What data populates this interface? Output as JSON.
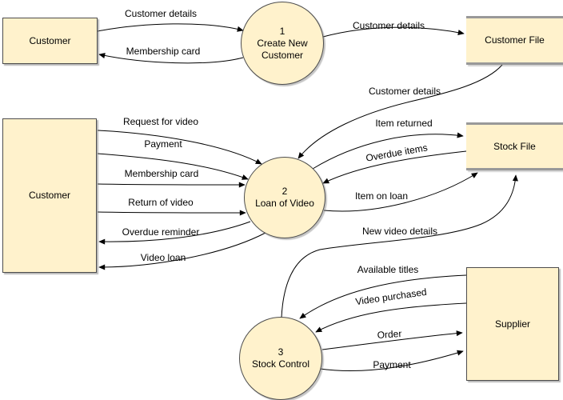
{
  "diagram_type": "data flow diagram",
  "colors": {
    "node_fill": "#fff2cc",
    "node_border": "#4d4d4d",
    "store_border": "#999999",
    "arrow": "#000000",
    "text": "#000000",
    "background": "#ffffff"
  },
  "nodes": {
    "customer_top": {
      "type": "external entity",
      "label": "Customer"
    },
    "process_1": {
      "type": "process",
      "number": "1",
      "label": "Create New Customer"
    },
    "customer_file": {
      "type": "data store",
      "label": "Customer File"
    },
    "customer_left": {
      "type": "external entity",
      "label": "Customer"
    },
    "process_2": {
      "type": "process",
      "number": "2",
      "label": "Loan of Video"
    },
    "stock_file": {
      "type": "data store",
      "label": "Stock File"
    },
    "process_3": {
      "type": "process",
      "number": "3",
      "label": "Stock Control"
    },
    "supplier": {
      "type": "external entity",
      "label": "Supplier"
    }
  },
  "flows": [
    {
      "from": "customer_top",
      "to": "process_1",
      "label": "Customer details"
    },
    {
      "from": "process_1",
      "to": "customer_top",
      "label": "Membership card"
    },
    {
      "from": "process_1",
      "to": "customer_file",
      "label": "Customer details"
    },
    {
      "from": "customer_file",
      "to": "process_2",
      "label": "Customer details"
    },
    {
      "from": "customer_left",
      "to": "process_2",
      "label": "Request for video"
    },
    {
      "from": "customer_left",
      "to": "process_2",
      "label": "Payment"
    },
    {
      "from": "customer_left",
      "to": "process_2",
      "label": "Membership card"
    },
    {
      "from": "customer_left",
      "to": "process_2",
      "label": "Return of video"
    },
    {
      "from": "process_2",
      "to": "customer_left",
      "label": "Overdue reminder"
    },
    {
      "from": "process_2",
      "to": "customer_left",
      "label": "Video loan"
    },
    {
      "from": "process_2",
      "to": "stock_file",
      "label": "Item returned"
    },
    {
      "from": "stock_file",
      "to": "process_2",
      "label": "Overdue items"
    },
    {
      "from": "process_2",
      "to": "stock_file",
      "label": "Item on loan"
    },
    {
      "from": "process_3",
      "to": "stock_file",
      "label": "New video details"
    },
    {
      "from": "supplier",
      "to": "process_3",
      "label": "Available titles"
    },
    {
      "from": "supplier",
      "to": "process_3",
      "label": "Video purchased"
    },
    {
      "from": "process_3",
      "to": "supplier",
      "label": "Order"
    },
    {
      "from": "process_3",
      "to": "supplier",
      "label": "Payment"
    }
  ]
}
